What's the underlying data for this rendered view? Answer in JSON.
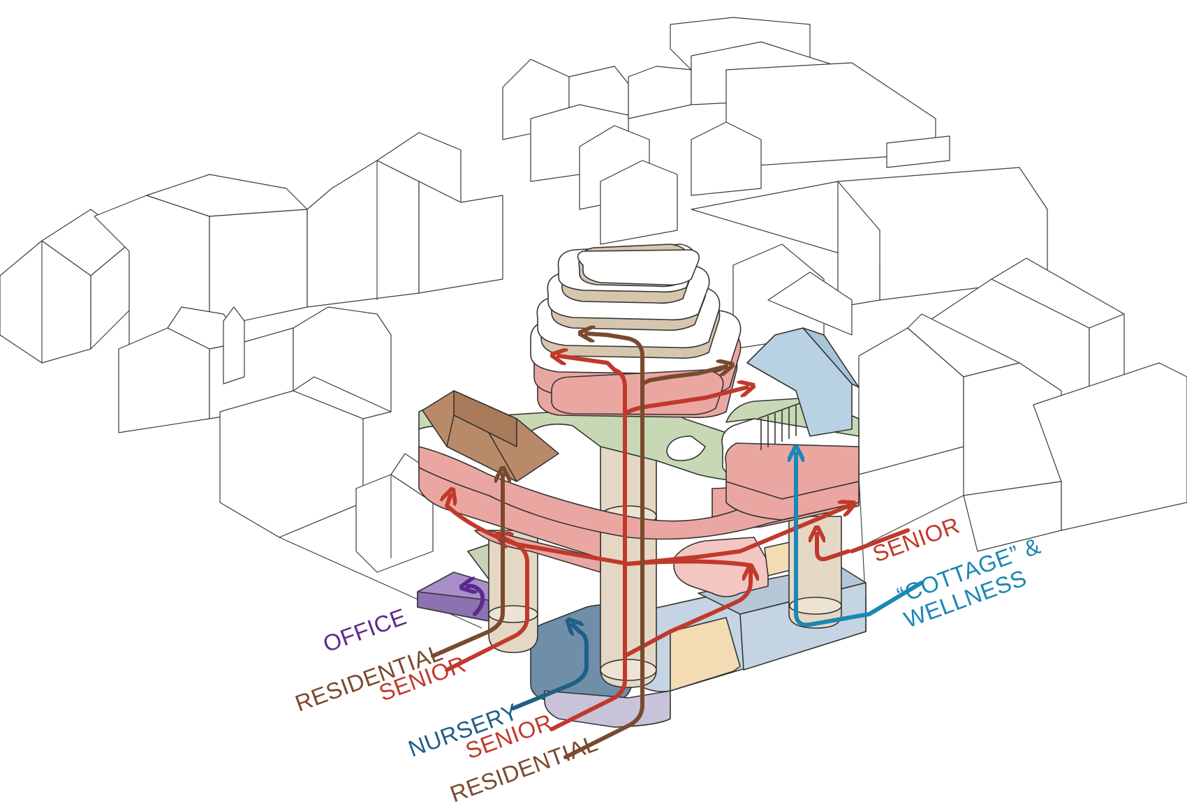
{
  "colors": {
    "senior": "#c0392b",
    "residential": "#7a4a2e",
    "nursery": "#1f5f86",
    "cottage": "#1a87b5",
    "office": "#5a2a8c",
    "roof_green": "#c8d8b4",
    "senior_fill": "#eaa7a2",
    "residential_fill": "#d6c6ae",
    "column_fill": "#e4d8c4",
    "cottage_fill": "#b8d2e3",
    "office_fill": "#a98fc9",
    "nursery_fill": "#6f8fa8",
    "base_blue": "#c4d4e2",
    "base_yellow": "#f3dcb3"
  },
  "labels": {
    "office": "OFFICE",
    "residential_left": "RESIDENTIAL",
    "senior_left": "SENIOR",
    "nursery": "NURSERY",
    "senior_bottom": "SENIOR",
    "residential_bottom": "RESIDENTIAL",
    "senior_right": "SENIOR",
    "cottage_line1": "“COTTAGE” &",
    "cottage_line2": "WELLNESS"
  }
}
